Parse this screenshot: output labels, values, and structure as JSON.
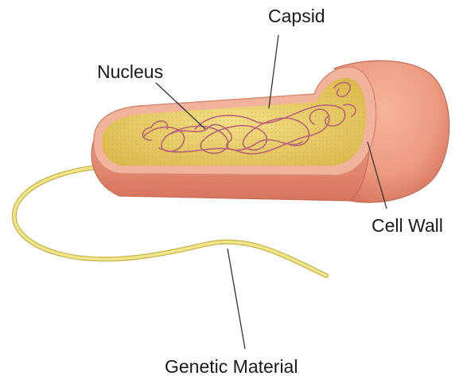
{
  "labels": {
    "capsid": "Capsid",
    "nucleus": "Nucleus",
    "cell_wall": "Cell Wall",
    "genetic_material": "Genetic Material"
  },
  "colors": {
    "outer_body": "#ec9a80",
    "outer_body_shadow": "#d9755d",
    "rim": "#f2b39c",
    "cytoplasm": "#ecd26a",
    "cytoplasm_dark": "#d9b64a",
    "dna_strands": "#b9607a",
    "flagellum": "#e8d86a",
    "leader_lines": "#333333"
  }
}
